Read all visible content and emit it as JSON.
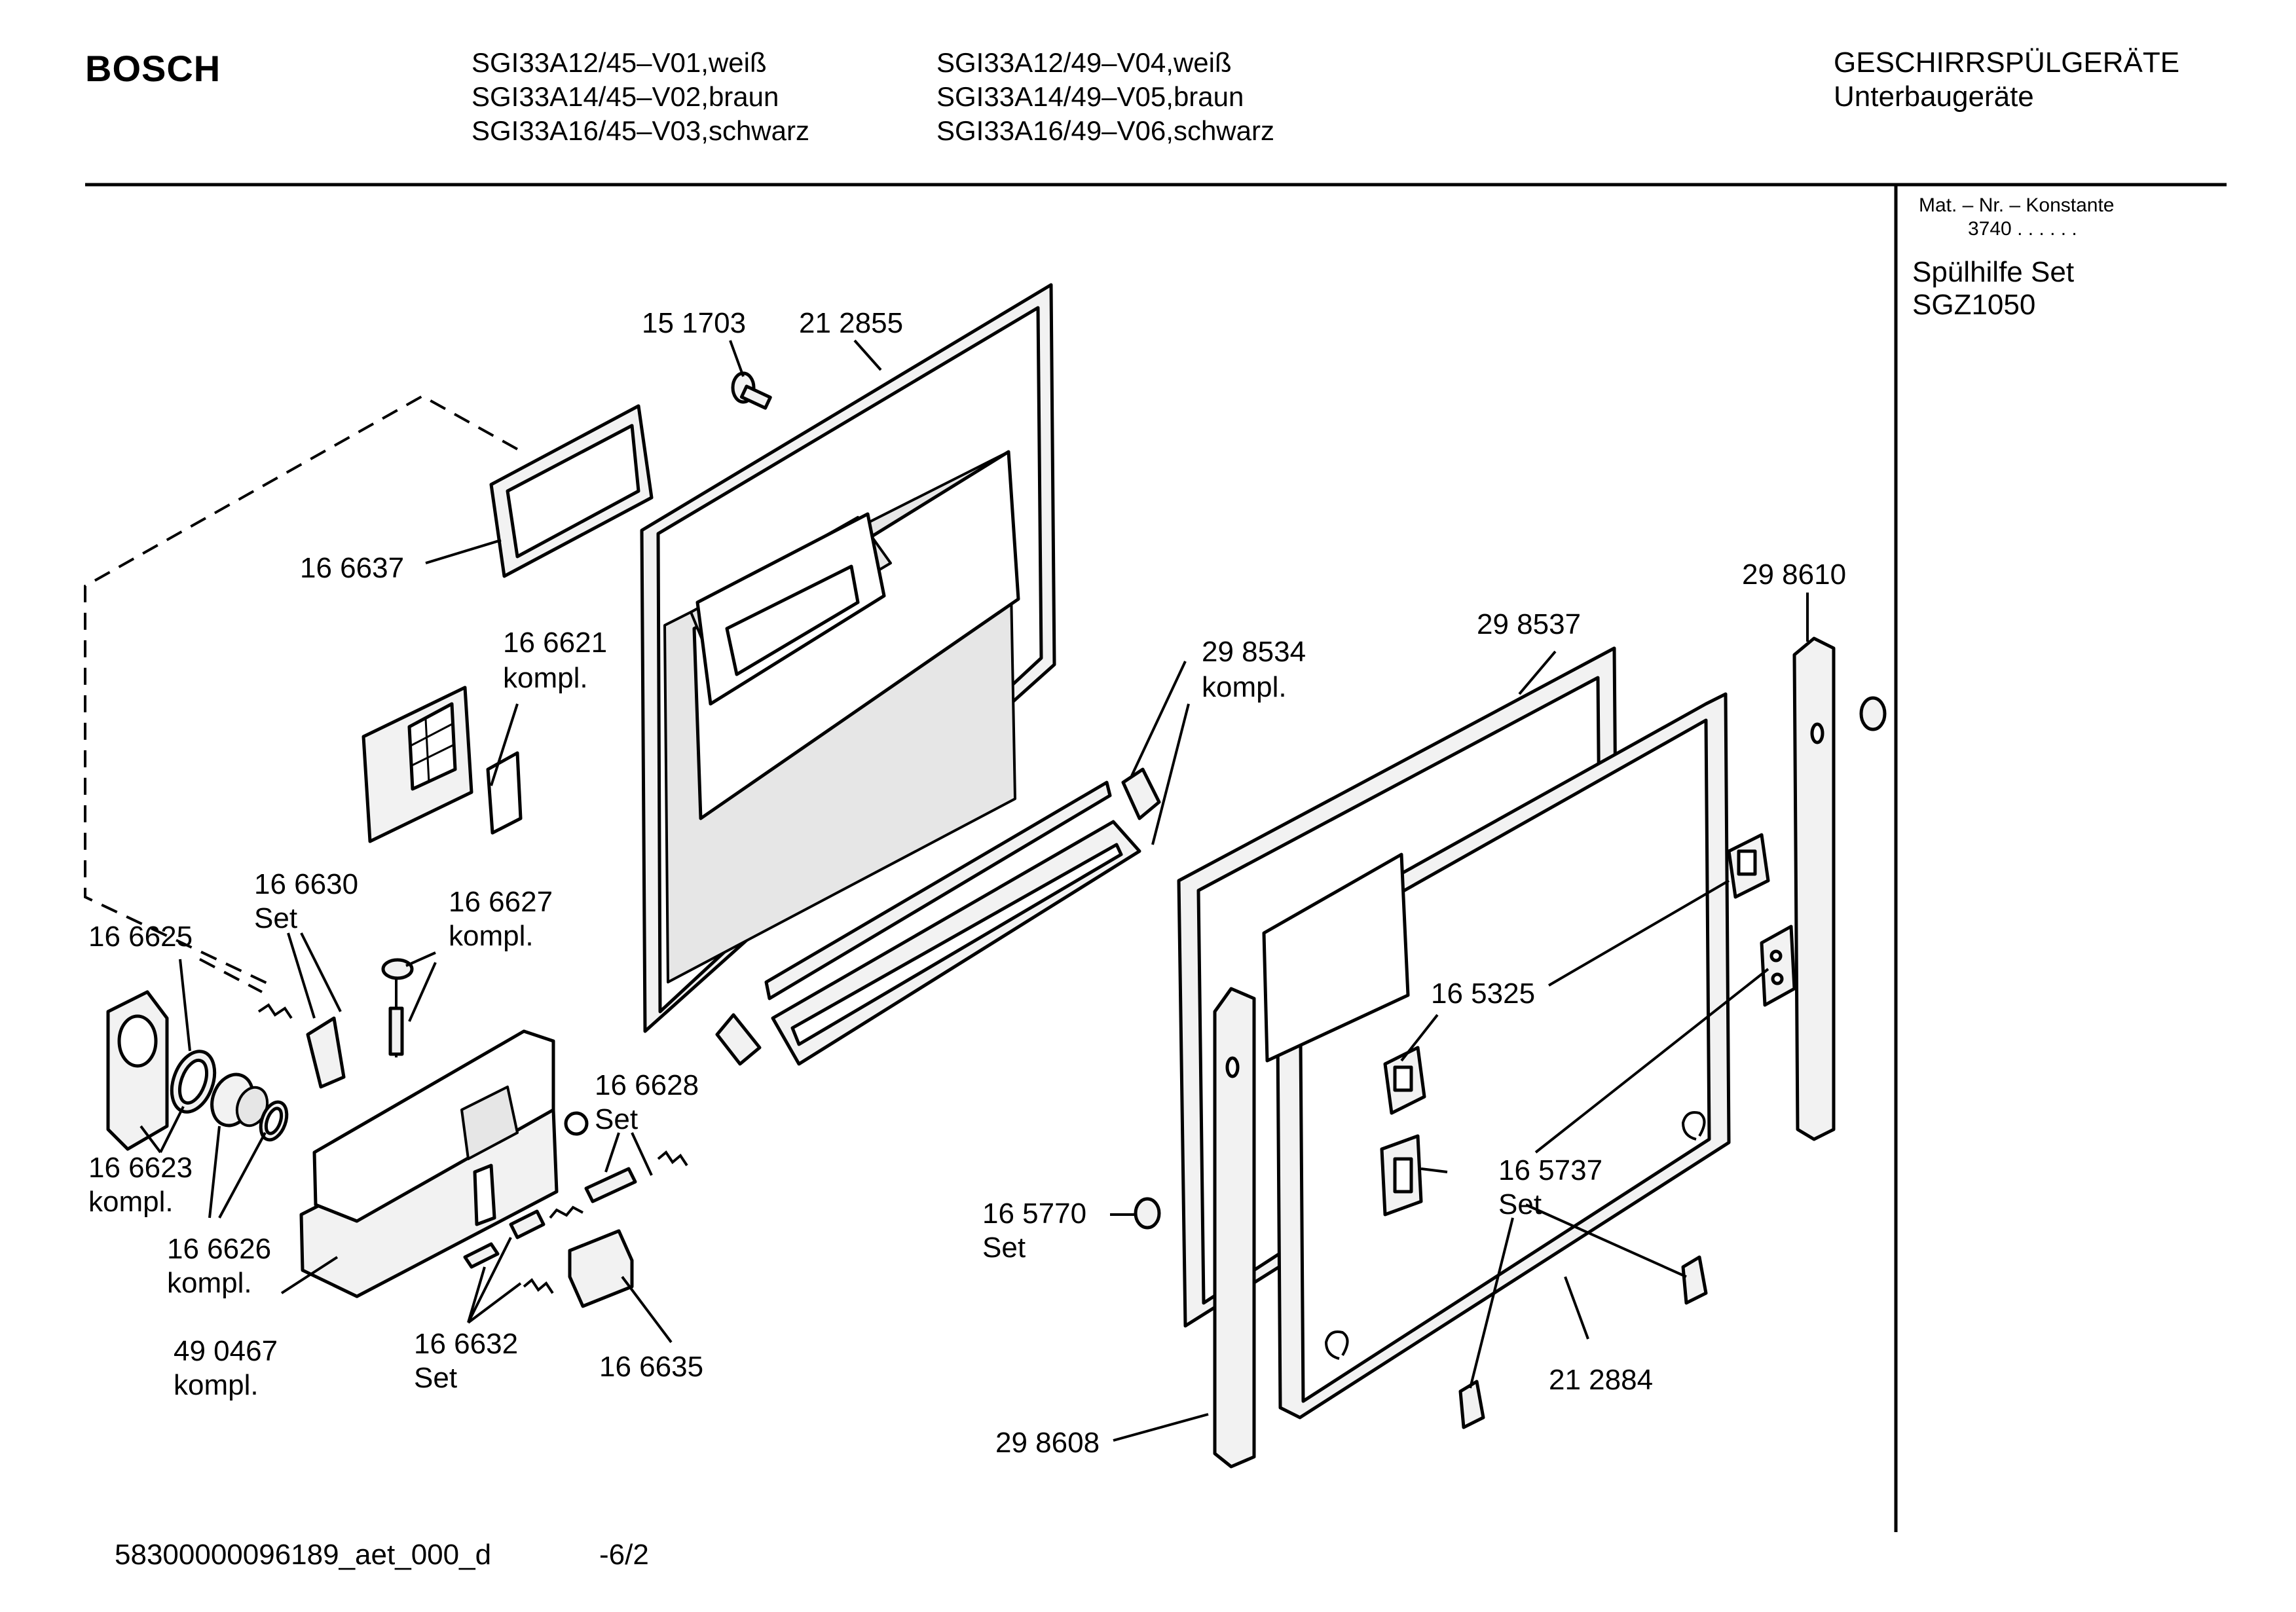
{
  "header": {
    "brand": "BOSCH",
    "models_col1": [
      "SGI33A12/45–V01,weiß",
      "SGI33A14/45–V02,braun",
      "SGI33A16/45–V03,schwarz"
    ],
    "models_col2": [
      "SGI33A12/49–V04,weiß",
      "SGI33A14/49–V05,braun",
      "SGI33A16/49–V06,schwarz"
    ],
    "category": "GESCHIRRSPÜLGERÄTE",
    "subcategory": "Unterbaugeräte"
  },
  "side_panel": {
    "mat_label": "Mat. – Nr. – Konstante",
    "mat_value": "3740  .  .    .  .  .  .",
    "accessory_name": "Spülhilfe Set",
    "accessory_code": "SGZ1050"
  },
  "parts": {
    "p151703": "15 1703",
    "p212855": "21 2855",
    "p166637": "16 6637",
    "p166621": [
      "16 6621",
      "kompl."
    ],
    "p298534": [
      "29 8534",
      "kompl."
    ],
    "p298537": "29 8537",
    "p298610": "29 8610",
    "p166630": [
      "16 6630",
      "Set"
    ],
    "p166627": [
      "16 6627",
      "kompl."
    ],
    "p166625": "16 6625",
    "p166628": [
      "16 6628",
      "Set"
    ],
    "p165325": "16 5325",
    "p166623": [
      "16 6623",
      "kompl."
    ],
    "p166626": [
      "16 6626",
      "kompl."
    ],
    "p490467": [
      "49 0467",
      "kompl."
    ],
    "p166632": [
      "16 6632",
      "Set"
    ],
    "p166635": "16 6635",
    "p165770": [
      "16 5770",
      "Set"
    ],
    "p165737": [
      "16 5737",
      "Set"
    ],
    "p212884": "21 2884",
    "p298608": "29 8608"
  },
  "footer": {
    "doc_id": "58300000096189_aet_000_d",
    "page": "-6/2"
  }
}
